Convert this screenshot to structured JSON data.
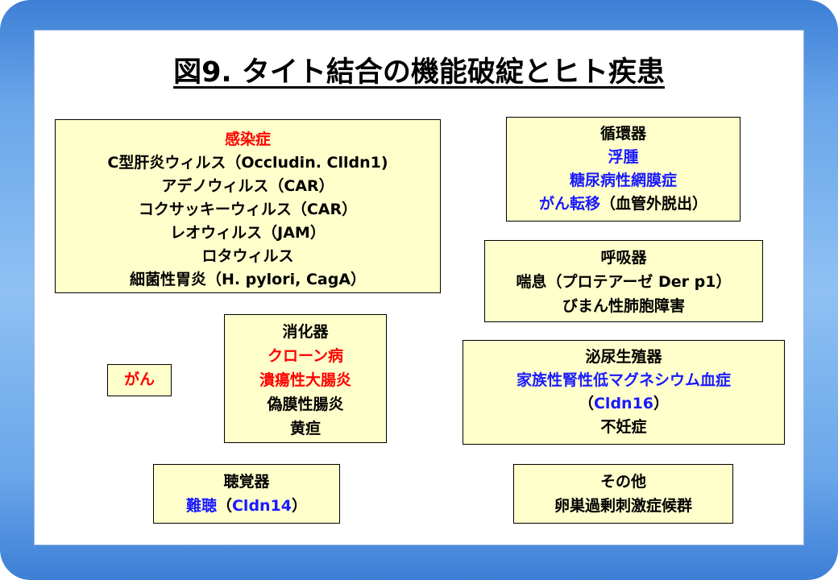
{
  "title": "図9. タイト結合の機能破綻とヒト疾患",
  "boxes": {
    "infection": {
      "heading": "感染症",
      "lines": [
        "C型肝炎ウィルス（Occludin. Clldn1)",
        "アデノウィルス（CAR）",
        "コクサッキーウィルス（CAR）",
        "レオウィルス（JAM）",
        "ロタウィルス",
        "細菌性胃炎（H. pylori, CagA）"
      ]
    },
    "circulatory": {
      "heading": "循環器",
      "lines": [
        "浮腫",
        "糖尿病性網膜症"
      ],
      "last_blue": "がん転移",
      "last_black": "（血管外脱出）"
    },
    "respiratory": {
      "heading": "呼吸器",
      "lines": [
        "喘息（プロテアーゼ Der p1）",
        "びまん性肺胞障害"
      ]
    },
    "digestive": {
      "heading": "消化器",
      "red_lines": [
        "クローン病",
        "潰瘍性大腸炎"
      ],
      "black_lines": [
        "偽膜性腸炎",
        "黄疸"
      ]
    },
    "cancer": {
      "label": "がん"
    },
    "urogenital": {
      "heading": "泌尿生殖器",
      "blue_line": "家族性腎性低マグネシウム血症",
      "paren_open": "（",
      "paren_gene": "Cldn16",
      "paren_close": "）",
      "black_line": "不妊症"
    },
    "hearing": {
      "heading": "聴覚器",
      "blue_text": "難聴",
      "paren_open": "（",
      "paren_gene": "Cldn14",
      "paren_close": "）"
    },
    "other": {
      "heading": "その他",
      "line": "卵巣過剰刺激症候群"
    }
  },
  "colors": {
    "box_fill": "#ffffcc",
    "red": "#ff0000",
    "blue": "#1a1aff",
    "frame": "#6aa6ea"
  }
}
